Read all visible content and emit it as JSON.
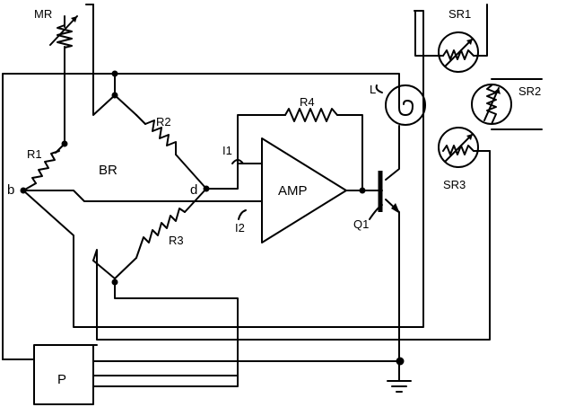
{
  "labels": {
    "MR": "MR",
    "SR1": "SR1",
    "SR2": "SR2",
    "SR3": "SR3",
    "L": "L",
    "R1": "R1",
    "R2": "R2",
    "R3": "R3",
    "R4": "R4",
    "BR": "BR",
    "b": "b",
    "d": "d",
    "I1": "I1",
    "I2": "I2",
    "AMP": "AMP",
    "Q1": "Q1",
    "P": "P"
  }
}
